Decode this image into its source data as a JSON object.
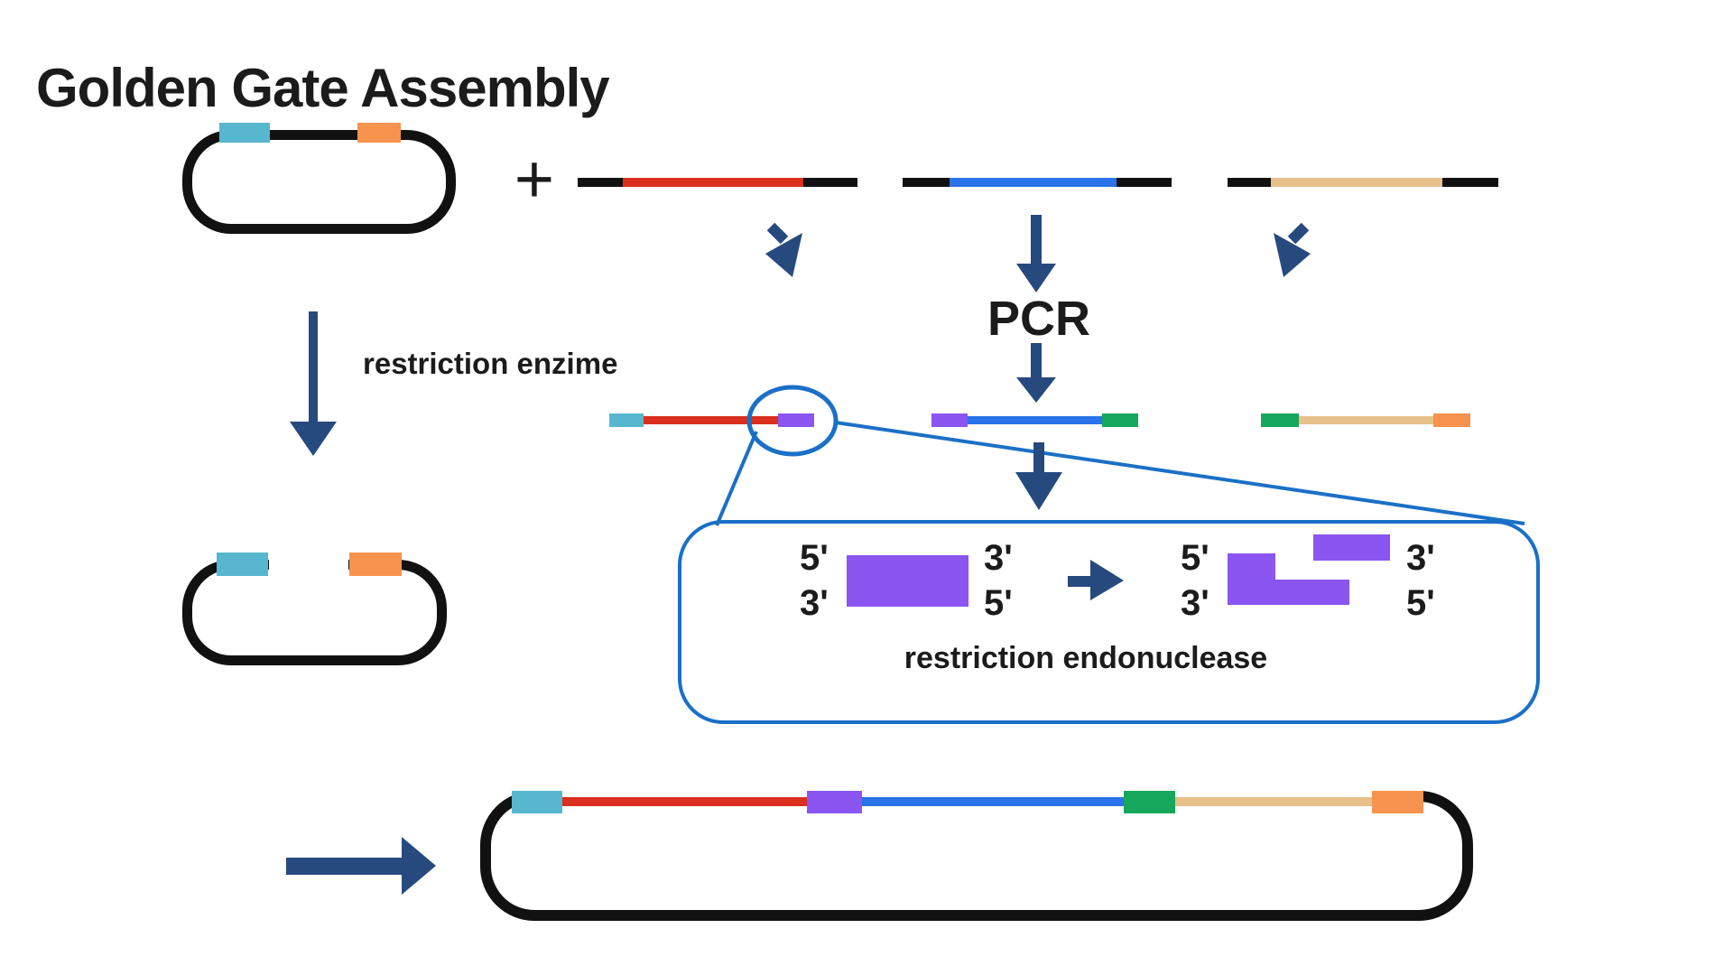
{
  "title": "Golden Gate Assembly",
  "operators": {
    "plus": "+"
  },
  "labels": {
    "pcr": "PCR",
    "restriction_enzyme": "restriction enzime",
    "restriction_endonuclease": "restriction endonuclease"
  },
  "strand_ends": {
    "uncut": {
      "top_left": "5'",
      "top_right": "3'",
      "bottom_left": "3'",
      "bottom_right": "5'"
    },
    "cut": {
      "top_left": "5'",
      "top_right": "3'",
      "bottom_left": "3'",
      "bottom_right": "5'"
    }
  },
  "colors": {
    "ink": "#111111",
    "text": "#1b1b1b",
    "cyan": "#57b7ce",
    "orange": "#f6934e",
    "red": "#da2e1f",
    "blue": "#2a73e8",
    "tan": "#e7c08b",
    "purple": "#8a55f0",
    "green": "#17a75c",
    "navy": "#264a7e",
    "callout_blue": "#1a70c7"
  },
  "diagram": {
    "vector_plasmid_sites": [
      "cyan",
      "orange"
    ],
    "insert_fragments": [
      [
        "black",
        "red",
        "black"
      ],
      [
        "black",
        "blue",
        "black"
      ],
      [
        "black",
        "tan",
        "black"
      ]
    ],
    "pcr_products": [
      [
        "cyan",
        "red",
        "purple"
      ],
      [
        "purple",
        "blue",
        "green"
      ],
      [
        "green",
        "tan",
        "orange"
      ]
    ],
    "assembled_plasmid_order": [
      "cyan",
      "red",
      "purple",
      "blue",
      "green",
      "tan",
      "orange"
    ]
  }
}
